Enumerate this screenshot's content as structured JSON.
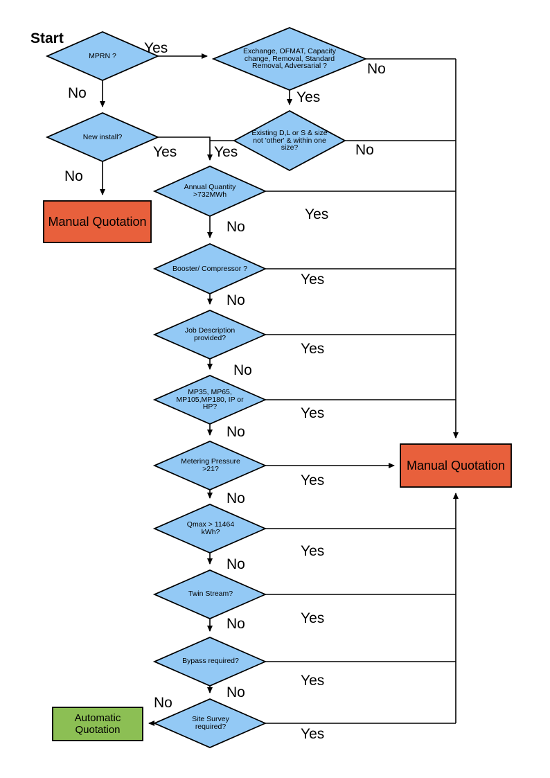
{
  "diagram": {
    "title_label": "Start",
    "colors": {
      "decision_fill": "#93C9F5",
      "decision_stroke": "#000000",
      "manual_fill": "#E8603C",
      "automatic_fill": "#8CBF54",
      "terminator_stroke": "#000000",
      "connector": "#000000",
      "background": "#FFFFFF"
    },
    "nodes": [
      {
        "id": "mprn",
        "type": "decision",
        "text": "MPRN ?"
      },
      {
        "id": "exchange",
        "type": "decision",
        "text": "Exchange, OFMAT, Capacity change, Removal, Standard Removal, Adversarial ?"
      },
      {
        "id": "newinstall",
        "type": "decision",
        "text": "New install?"
      },
      {
        "id": "existing",
        "type": "decision",
        "text": "Existing D,L or S & size not 'other' & within one size?"
      },
      {
        "id": "annual",
        "type": "decision",
        "text": "Annual Quantity >732MWh"
      },
      {
        "id": "booster",
        "type": "decision",
        "text": "Booster/ Compressor ?"
      },
      {
        "id": "jobdesc",
        "type": "decision",
        "text": "Job Description provided?"
      },
      {
        "id": "mpcodes",
        "type": "decision",
        "text": "MP35, MP65, MP105,MP180, IP or HP?"
      },
      {
        "id": "metering",
        "type": "decision",
        "text": "Metering Pressure >21?"
      },
      {
        "id": "qmax",
        "type": "decision",
        "text": "Qmax > 11464 kWh?"
      },
      {
        "id": "twin",
        "type": "decision",
        "text": "Twin Stream?"
      },
      {
        "id": "bypass",
        "type": "decision",
        "text": "Bypass required?"
      },
      {
        "id": "sitesurvey",
        "type": "decision",
        "text": "Site Survey required?"
      },
      {
        "id": "manual1",
        "type": "terminator",
        "text": "Manual Quotation"
      },
      {
        "id": "manual2",
        "type": "terminator",
        "text": "Manual Quotation"
      },
      {
        "id": "auto",
        "type": "terminator",
        "text": "Automatic Quotation"
      }
    ],
    "edge_labels": {
      "mprn_yes": "Yes",
      "mprn_no": "No",
      "exchange_no": "No",
      "exchange_yes": "Yes",
      "newinstall_yes": "Yes",
      "newinstall_no": "No",
      "existing_yes": "Yes",
      "existing_no": "No",
      "annual_yes": "Yes",
      "annual_no": "No",
      "booster_yes": "Yes",
      "booster_no": "No",
      "jobdesc_yes": "Yes",
      "jobdesc_no": "No",
      "mpcodes_yes": "Yes",
      "mpcodes_no": "No",
      "metering_yes": "Yes",
      "metering_no": "No",
      "qmax_yes": "Yes",
      "qmax_no": "No",
      "twin_yes": "Yes",
      "twin_no": "No",
      "bypass_yes": "Yes",
      "bypass_no": "No",
      "sitesurvey_yes": "Yes",
      "sitesurvey_no": "No"
    }
  }
}
